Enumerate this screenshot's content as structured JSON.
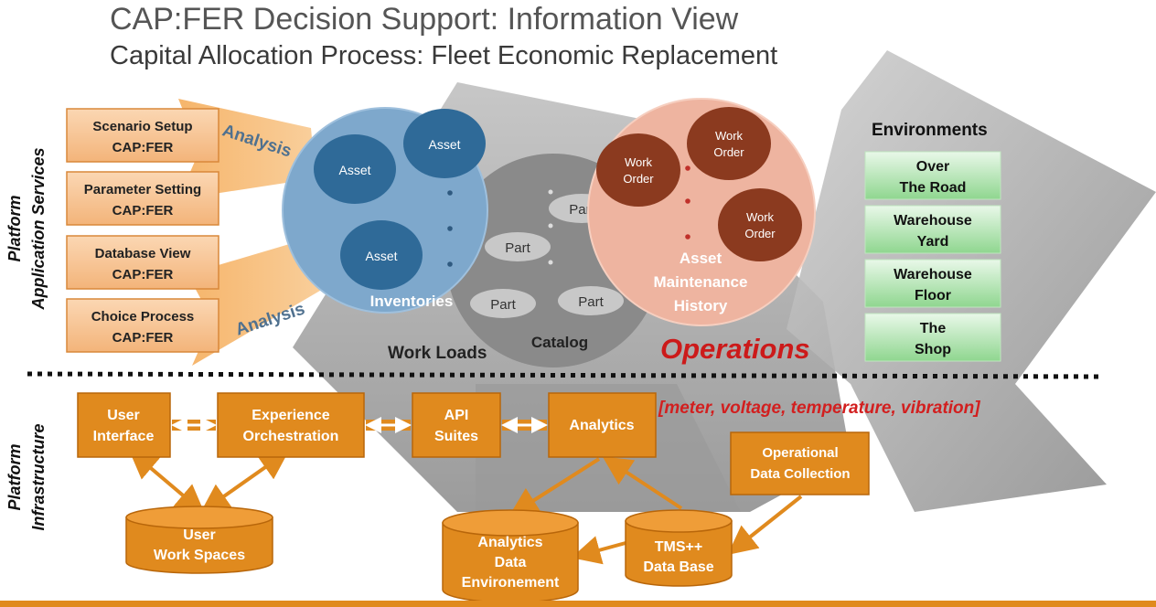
{
  "title": "CAP:FER Decision Support: Information View",
  "subtitle": "Capital Allocation Process: Fleet Economic Replacement",
  "side_labels": {
    "app_services_1": "Platform",
    "app_services_2": "Application Services",
    "infra_1": "Platform",
    "infra_2": "Infrastructure"
  },
  "services": [
    {
      "line1": "Scenario Setup",
      "line2": "CAP:FER"
    },
    {
      "line1": "Parameter Setting",
      "line2": "CAP:FER"
    },
    {
      "line1": "Database View",
      "line2": "CAP:FER"
    },
    {
      "line1": "Choice Process",
      "line2": "CAP:FER"
    }
  ],
  "analysis_label": "Analysis",
  "inventories": {
    "label": "Inventories",
    "asset_label": "Asset"
  },
  "catalog": {
    "label": "Catalog",
    "part_label": "Part"
  },
  "maintenance": {
    "label1": "Asset",
    "label2": "Maintenance",
    "label3": "History",
    "wo1": "Work",
    "wo2": "Order"
  },
  "work_loads": "Work Loads",
  "operations": "Operations",
  "environments": {
    "title": "Environments",
    "items": [
      {
        "line1": "Over",
        "line2": "The Road"
      },
      {
        "line1": "Warehouse",
        "line2": "Yard"
      },
      {
        "line1": "Warehouse",
        "line2": "Floor"
      },
      {
        "line1": "The",
        "line2": "Shop"
      }
    ]
  },
  "sensors_note": "[meter, voltage, temperature, vibration]",
  "infra": {
    "user_interface": {
      "line1": "User",
      "line2": "Interface"
    },
    "experience": {
      "line1": "Experience",
      "line2": "Orchestration"
    },
    "api": {
      "line1": "API",
      "line2": "Suites"
    },
    "analytics": {
      "line1": "Analytics"
    },
    "ops_collection": {
      "line1": "Operational",
      "line2": "Data Collection"
    }
  },
  "databases": {
    "workspaces": {
      "line1": "User",
      "line2": "Work Spaces"
    },
    "analytics_env": {
      "line1": "Analytics",
      "line2": "Data",
      "line3": "Environement"
    },
    "tms": {
      "line1": "TMS++",
      "line2": "Data Base"
    }
  },
  "colors": {
    "orange": "#e08a1e",
    "orange_border": "#b8660a",
    "service_fill": "#f7c08e",
    "blue_circle": "#7ea8cc",
    "asset_blue": "#2f6a98",
    "salmon": "#eeb4a0",
    "work_order": "#8b3a1f",
    "gray_part": "#c8c8c8",
    "operations_red": "#cc1a1a",
    "env_green": "#9bdc9b"
  }
}
